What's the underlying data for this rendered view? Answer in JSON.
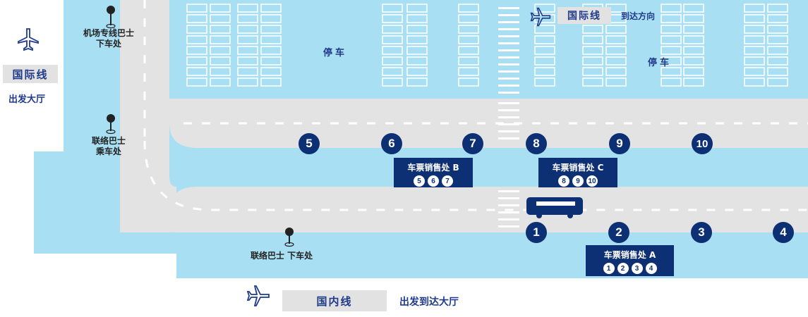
{
  "international": {
    "label": "国际线",
    "departure_hall": "出发大厅",
    "arrival_label": "国际线",
    "arrival_direction": "到达方向"
  },
  "domestic": {
    "label": "国内线",
    "hall": "出发到达大厅"
  },
  "parking": [
    "停车",
    "停车"
  ],
  "bus_points": {
    "airport_shuttle_dropoff": [
      "机场专线巴士",
      "下车处"
    ],
    "liaison_bus_pickup": [
      "联络巴士",
      "乘车处"
    ],
    "liaison_bus_dropoff": "联络巴士 下车处"
  },
  "stops_upper": [
    "5",
    "6",
    "7",
    "8",
    "9",
    "10"
  ],
  "stops_lower": [
    "1",
    "2",
    "3",
    "4"
  ],
  "ticket_offices": [
    {
      "name": "车票销售处 B",
      "stops": [
        "5",
        "6",
        "7"
      ]
    },
    {
      "name": "车票销售处 C",
      "stops": [
        "8",
        "9",
        "10"
      ]
    },
    {
      "name": "车票销售处 A",
      "stops": [
        "1",
        "2",
        "3",
        "4"
      ]
    }
  ],
  "colors": {
    "water": "#a9dff3",
    "road": "#e3e3e3",
    "navy": "#0d2f74",
    "text_blue": "#1f3a8a"
  }
}
